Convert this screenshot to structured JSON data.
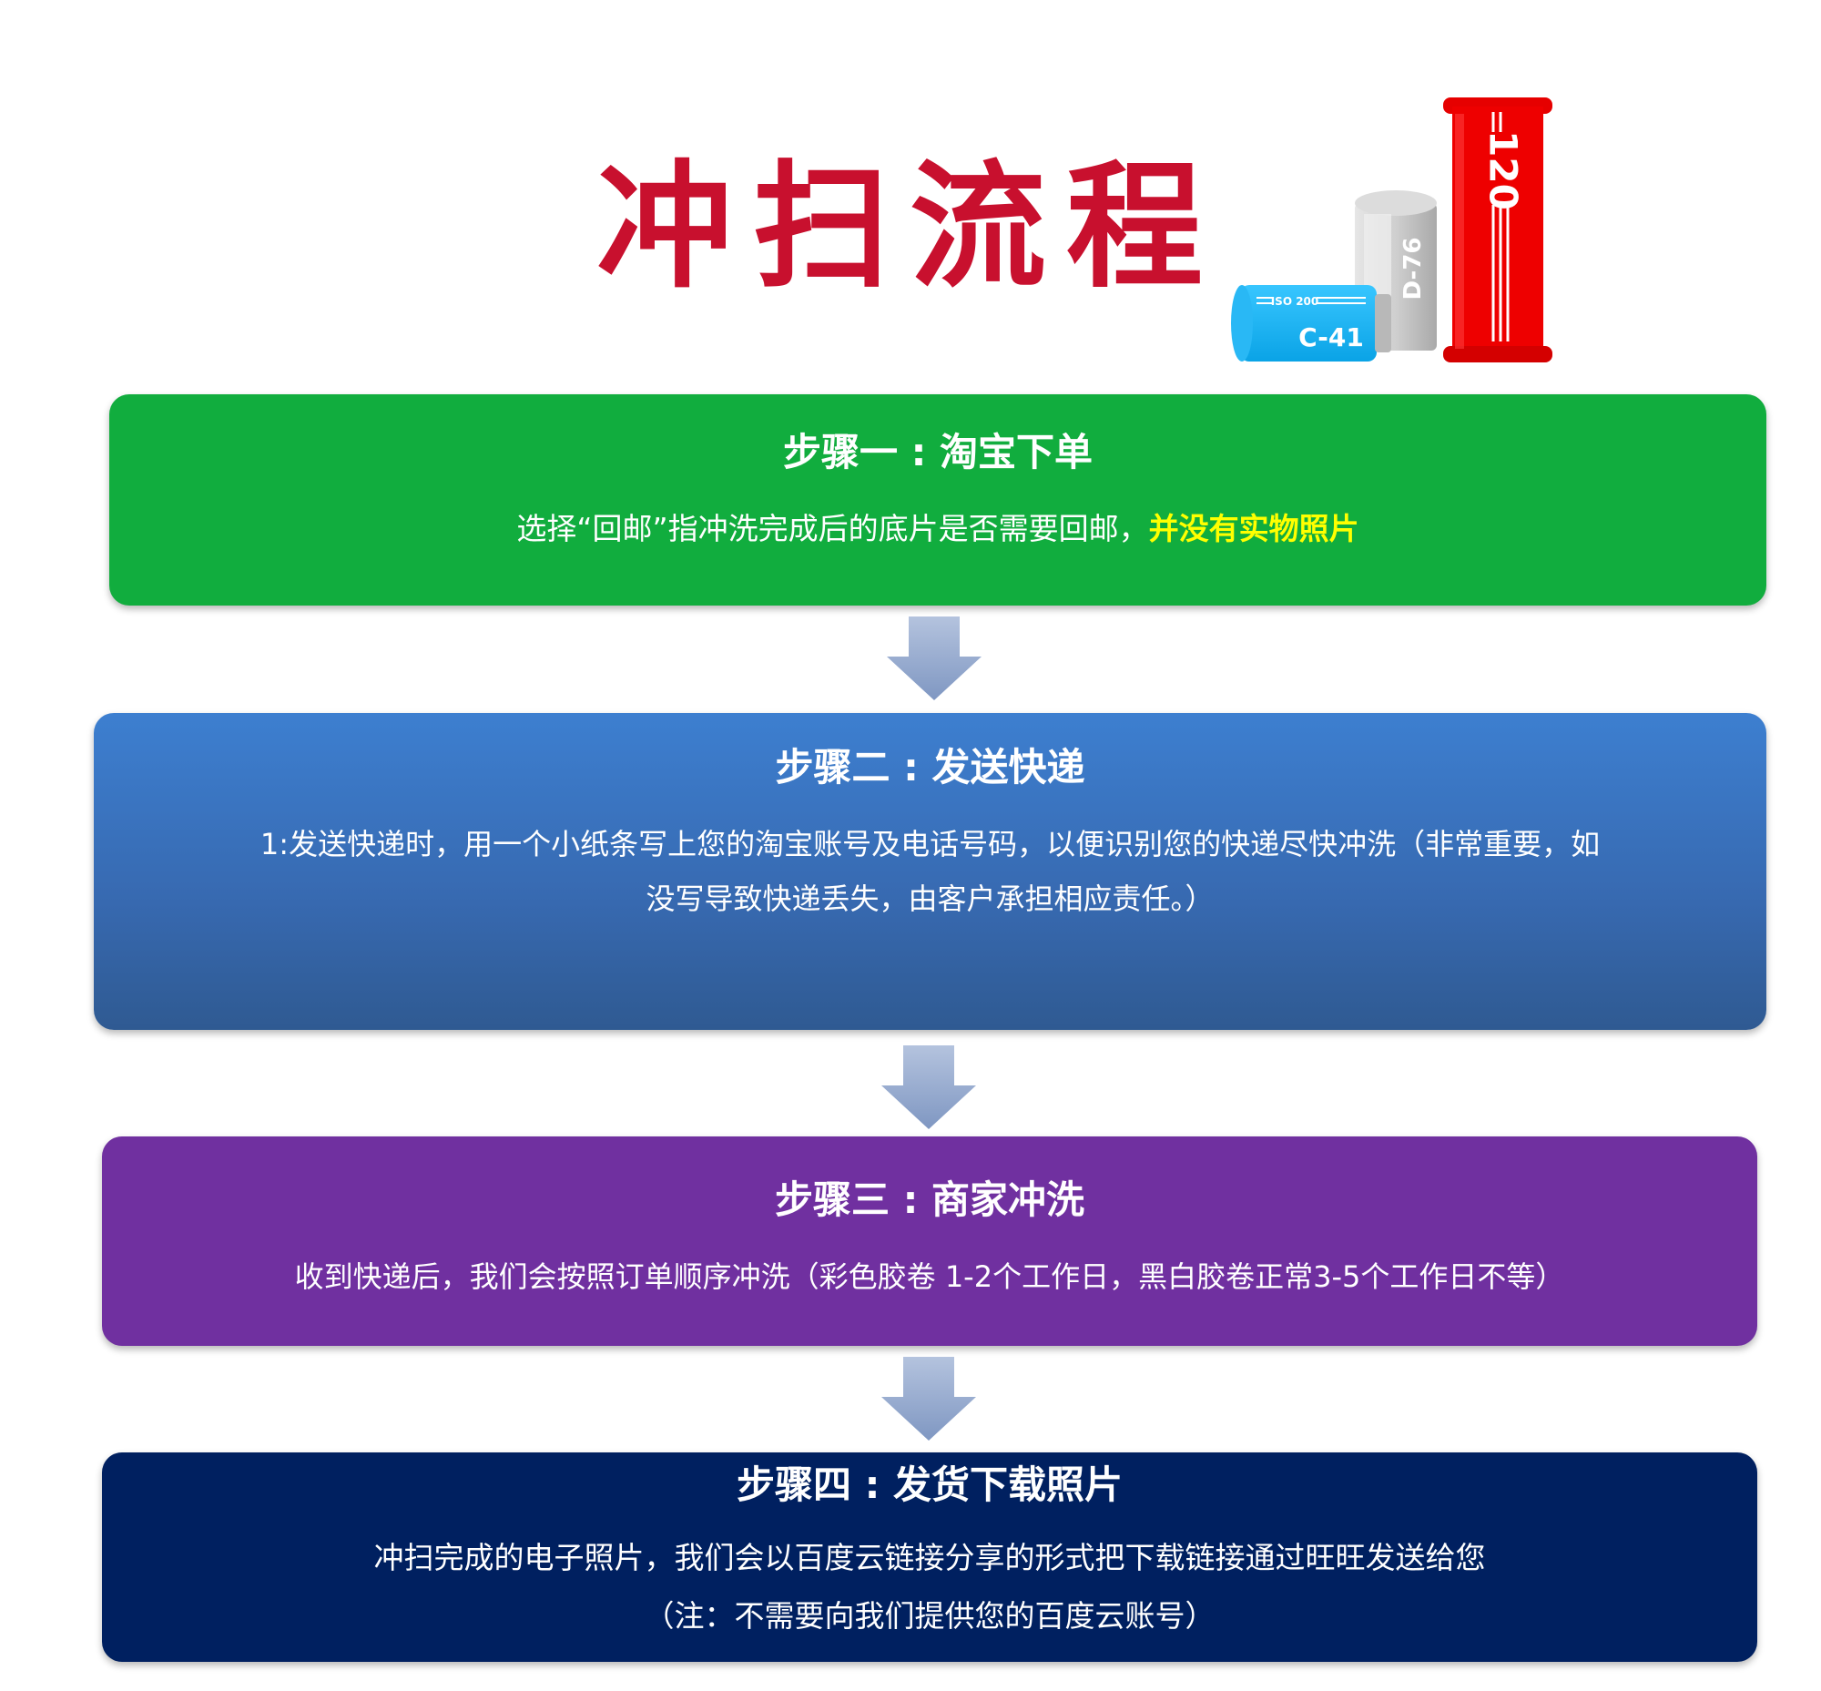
{
  "title": "冲扫流程",
  "film_labels": {
    "roll_120": "120",
    "canister_d76": "D-76",
    "canister_c41": "C-41",
    "iso": "ISO 200"
  },
  "colors": {
    "title": "#c8102e",
    "step1": "#11ad3e",
    "step2": "#3a74c0",
    "step3": "#7030a0",
    "step4": "#002060",
    "highlight": "#ffff00",
    "arrow": "#9aafd2"
  },
  "steps": [
    {
      "title": "步骤一 : 淘宝下单",
      "text": "选择“回邮”指冲洗完成后的底片是否需要回邮，",
      "highlight": "并没有实物照片"
    },
    {
      "title": "步骤二 : 发送快递",
      "line1": "1:发送快递时，用一个小纸条写上您的淘宝账号及电话号码，以便识别您的快递尽快冲洗（非常重要，如",
      "line2": "没写导致快递丢失，由客户承担相应责任。）"
    },
    {
      "title": "步骤三 : 商家冲洗",
      "text": "收到快递后，我们会按照订单顺序冲洗（彩色胶卷 1-2个工作日，黑白胶卷正常3-5个工作日不等）"
    },
    {
      "title": "步骤四 : 发货下载照片",
      "text": "冲扫完成的电子照片，我们会以百度云链接分享的形式把下载链接通过旺旺发送给您",
      "note": "（注：不需要向我们提供您的百度云账号）"
    }
  ]
}
